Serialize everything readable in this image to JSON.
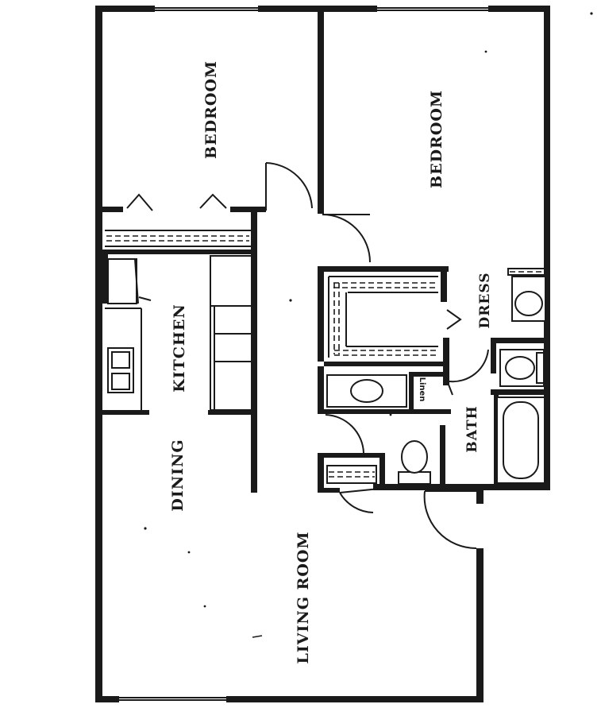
{
  "rooms": {
    "bedroom_left": "BEDROOM",
    "bedroom_right": "BEDROOM",
    "kitchen": "KITCHEN",
    "dining": "DINING",
    "living_room": "LIVING ROOM",
    "bath": "BATH",
    "dress": "DRESS",
    "linen": "Linen"
  },
  "colors": {
    "wall": "#1a1a1a",
    "background": "#ffffff"
  }
}
